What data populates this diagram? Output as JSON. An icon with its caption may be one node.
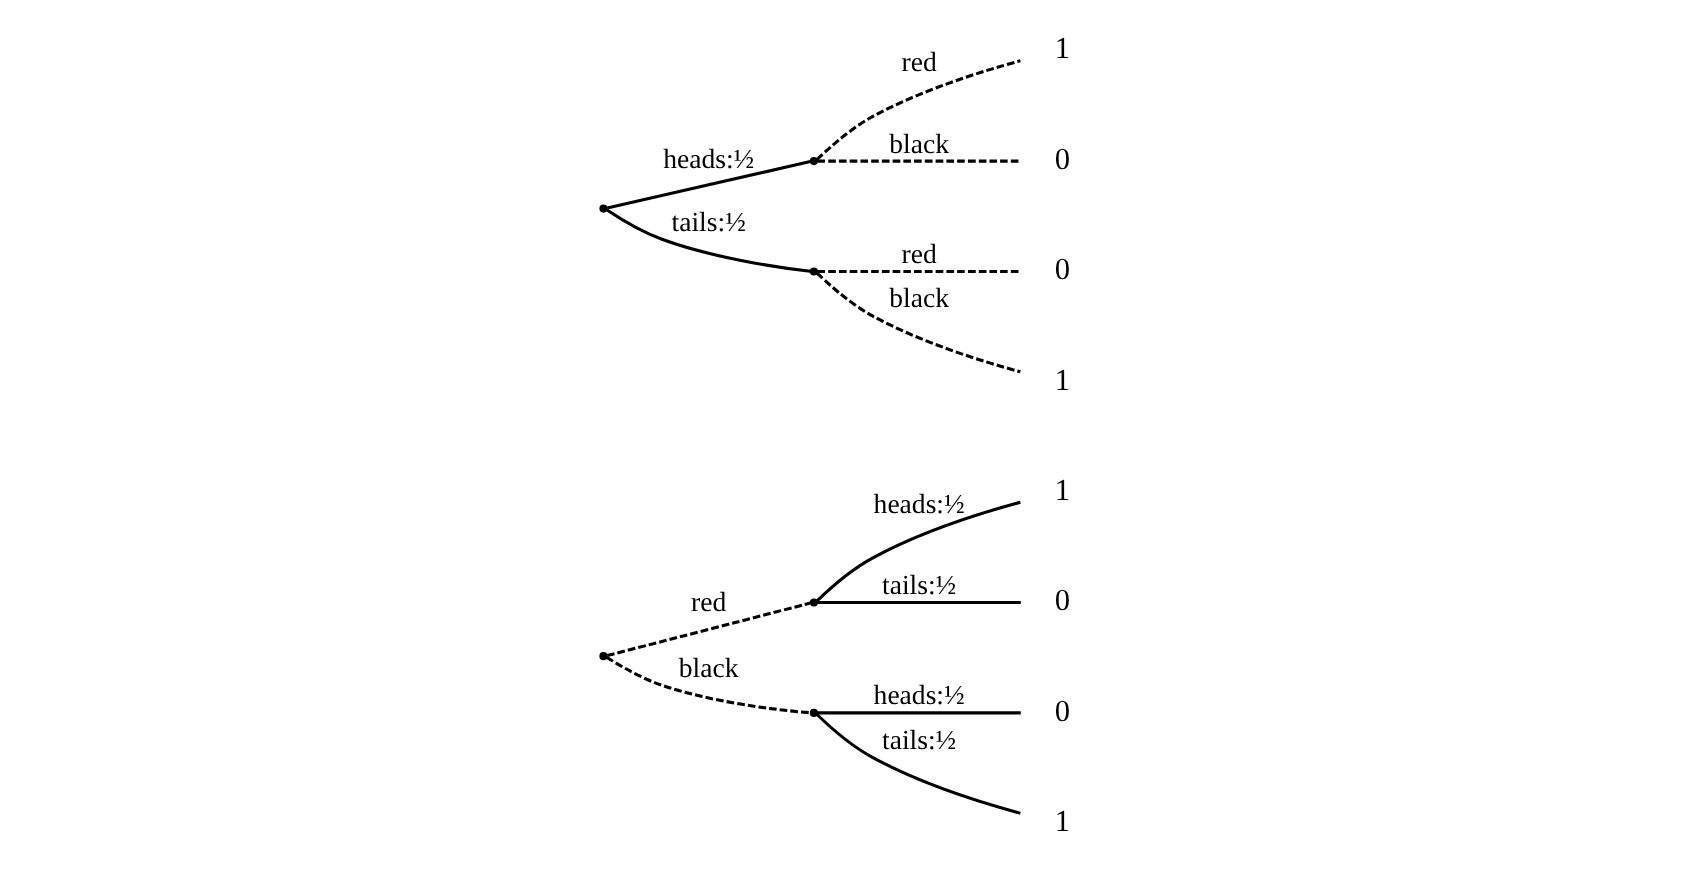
{
  "diagram": {
    "nodes": [
      {
        "text": [],
        "shape": "point"
      },
      {
        "text": [],
        "shape": "point"
      },
      {
        "text": [
          "1"
        ]
      },
      {
        "text": [
          "0"
        ]
      },
      {
        "text": [],
        "shape": "point"
      },
      {
        "text": [
          "0"
        ]
      },
      {
        "text": [
          "1"
        ]
      },
      {
        "text": [],
        "shape": "point"
      },
      {
        "text": [],
        "shape": "point"
      },
      {
        "text": [
          "1"
        ]
      },
      {
        "text": [
          "0"
        ]
      },
      {
        "text": [],
        "shape": "point"
      },
      {
        "text": [
          "0"
        ]
      },
      {
        "text": [
          "1"
        ]
      }
    ],
    "edges": [
      {
        "from": 0,
        "to": 1,
        "arrow": "none",
        "label": "red",
        "style": "dashed"
      },
      {
        "from": 1,
        "to": 2,
        "arrow": "none",
        "label": "heads:½"
      },
      {
        "from": 1,
        "to": 3,
        "arrow": "none",
        "label": "tails:½"
      },
      {
        "from": 0,
        "to": 4,
        "arrow": "none",
        "label": "black",
        "style": "dashed"
      },
      {
        "from": 4,
        "to": 5,
        "arrow": "none",
        "label": "heads:½"
      },
      {
        "from": 4,
        "to": 6,
        "arrow": "none",
        "label": "tails:½"
      },
      {
        "from": 7,
        "to": 8,
        "arrow": "none",
        "label": "heads:½"
      },
      {
        "from": 8,
        "to": 9,
        "arrow": "none",
        "label": "red",
        "style": "dashed"
      },
      {
        "from": 8,
        "to": 10,
        "arrow": "none",
        "label": "black",
        "style": "dashed"
      },
      {
        "from": 7,
        "to": 11,
        "arrow": "none",
        "label": "tails:½"
      },
      {
        "from": 11,
        "to": 12,
        "arrow": "none",
        "label": "red",
        "style": "dashed"
      },
      {
        "from": 11,
        "to": 13,
        "arrow": "none",
        "label": "black",
        "style": "dashed"
      }
    ]
  }
}
